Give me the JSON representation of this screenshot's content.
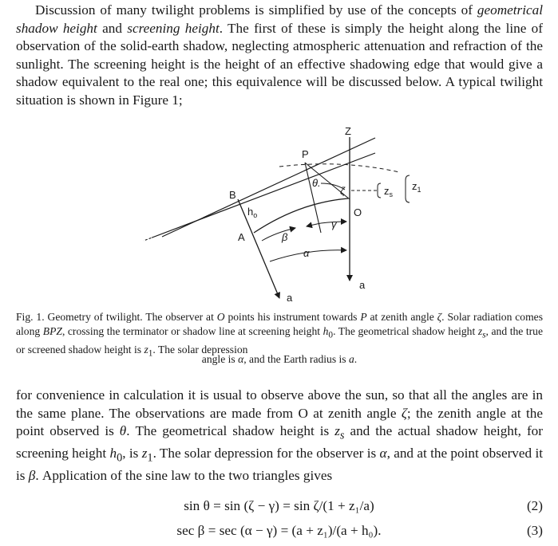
{
  "para1": {
    "t1": "Discussion of many twilight problems is simplified by use of the concepts of",
    "term1": "geometrical shadow height",
    "t2": " and ",
    "term2": "screening height",
    "t3": ". The first of these is simply the height along the line of observation of the solid-earth shadow, neglecting atmospheric attenuation and refraction of the sunlight. The screening height is the height of an effective shadowing edge that would give a shadow equivalent to the real one; this equivalence will be discussed below. A typical twilight situation is shown in Figure 1;"
  },
  "figure": {
    "labels": {
      "Z": "Z",
      "P": "P",
      "B": "B",
      "A": "A",
      "O": "O",
      "theta": "θ.",
      "zeta": "ζ",
      "ho": "h",
      "ho_sub": "o",
      "zs": "z",
      "zs_sub": "s",
      "z1": "z",
      "z1_sub": "1",
      "beta": "β",
      "gamma": "γ",
      "alpha": "α",
      "a_left": "a",
      "a_right": "a"
    }
  },
  "caption": {
    "prefix": "Fig. 1.",
    "c1": " Geometry of twilight. The observer at ",
    "O": "O",
    "c2": " points his instrument towards ",
    "P": "P",
    "c3": " at zenith angle ",
    "zeta": "ζ",
    "c4": ". Solar radiation comes along ",
    "BPZ": "BPZ",
    "c5": ", crossing the terminator or shadow line at screening height ",
    "h0": "h",
    "h0_sub": "0",
    "c6": ". The geometrical shadow height ",
    "zs": "z",
    "zs_sub": "s",
    "c7": ", and the true or screened shadow height is ",
    "z1": "z",
    "z1_sub": "1",
    "c8": ". The solar depression",
    "last1": "angle is ",
    "alpha": "α",
    "last2": ", and the Earth radius is ",
    "a": "a",
    "last3": "."
  },
  "para2": {
    "t1": "for convenience in calculation it is usual to observe above the sun, so that all the angles are in the same plane. The observations are made from O at zenith angle ",
    "zeta": "ζ",
    "t2": "; the zenith angle at the point observed is ",
    "theta": "θ",
    "t3": ". The geometrical shadow height is ",
    "zs": "z",
    "zs_sub": "s",
    "t4": " and the actual shadow height, for screening height ",
    "h0": "h",
    "h0_sub": "0",
    "t5": ", is ",
    "z1": "z",
    "z1_sub": "1",
    "t6": ". The solar depression for the observer is ",
    "alpha": "α",
    "t7": ", and at the point observed it is ",
    "beta": "β",
    "t8": ". Application of the sine law to the two triangles gives"
  },
  "equations": [
    {
      "text": "sin θ = sin (ζ − γ) = sin ζ/(1 + z₁/a)",
      "number": "(2)"
    },
    {
      "text": "sec β = sec (α − γ) = (a + z₁)/(a + h₀).",
      "number": "(3)"
    }
  ]
}
